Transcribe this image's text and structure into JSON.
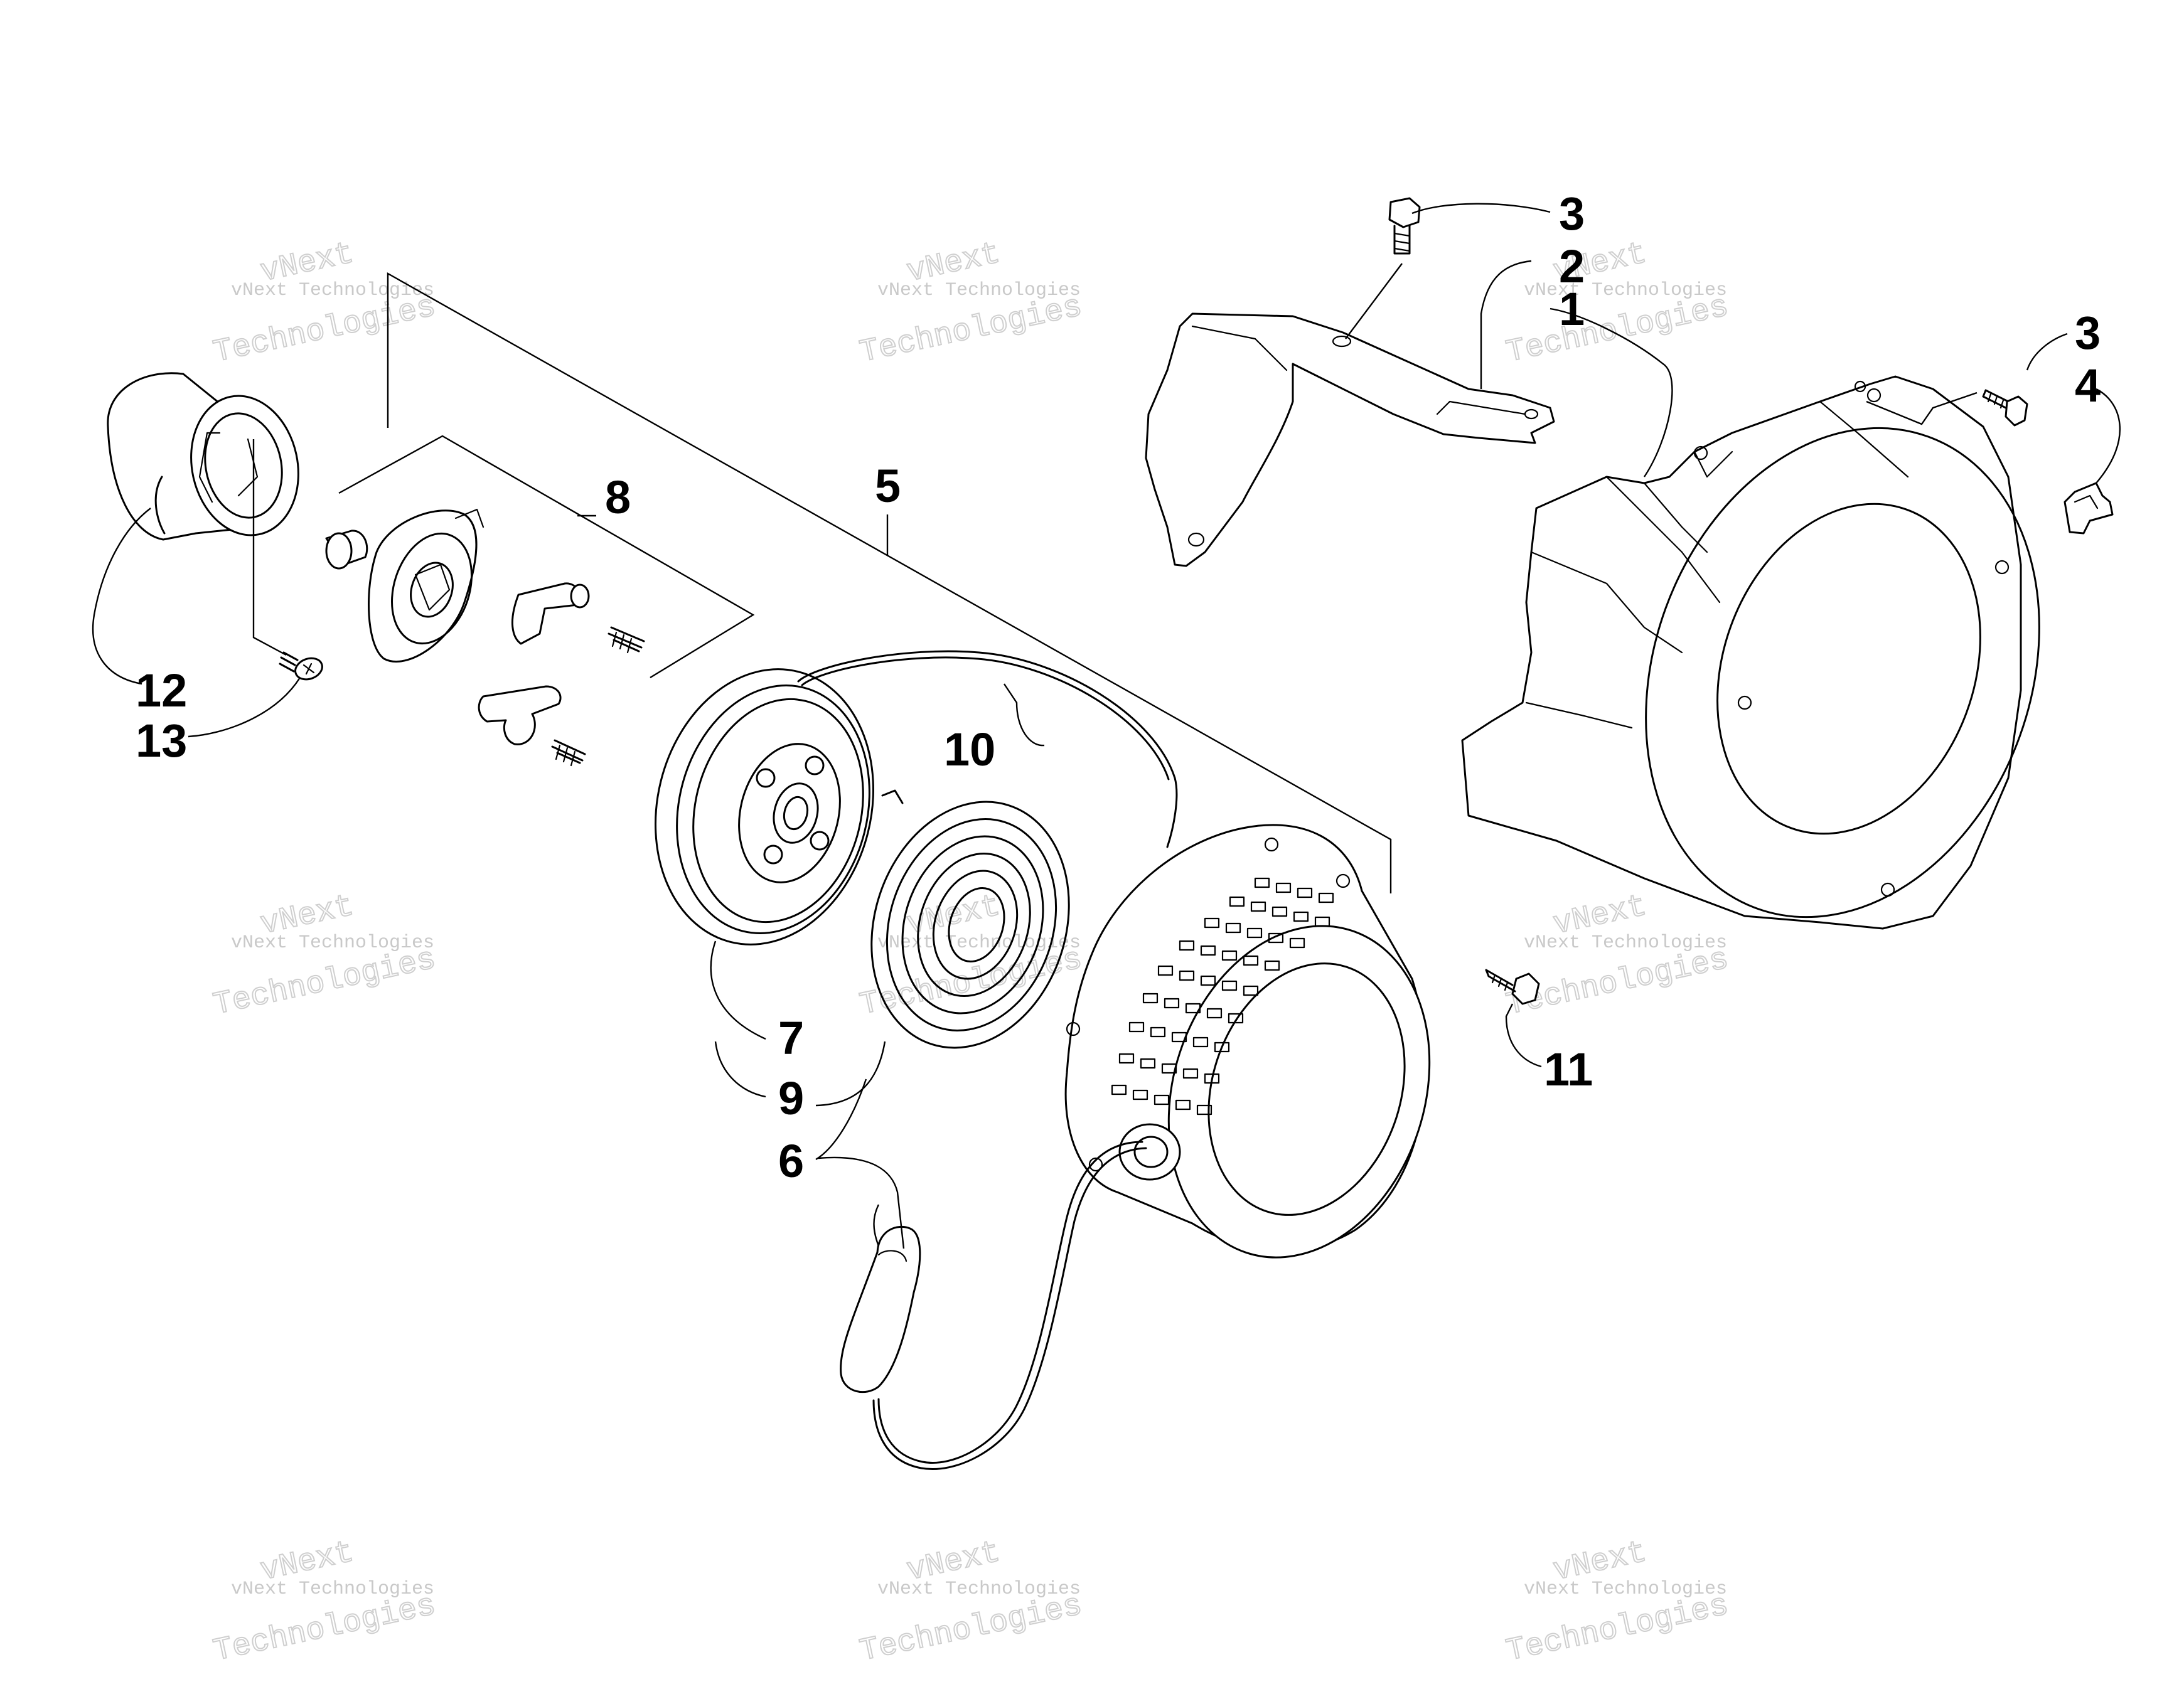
{
  "diagram": {
    "part_labels": [
      "3",
      "2",
      "1",
      "3",
      "4",
      "8",
      "5",
      "12",
      "13",
      "10",
      "7",
      "9",
      "6",
      "11"
    ]
  },
  "watermark": {
    "line1": "vNext",
    "line2": "vNext Technologies",
    "line3": "Technologies"
  },
  "colors": {
    "line": "#000000",
    "background": "#ffffff",
    "watermark": "#c9c9c9"
  }
}
